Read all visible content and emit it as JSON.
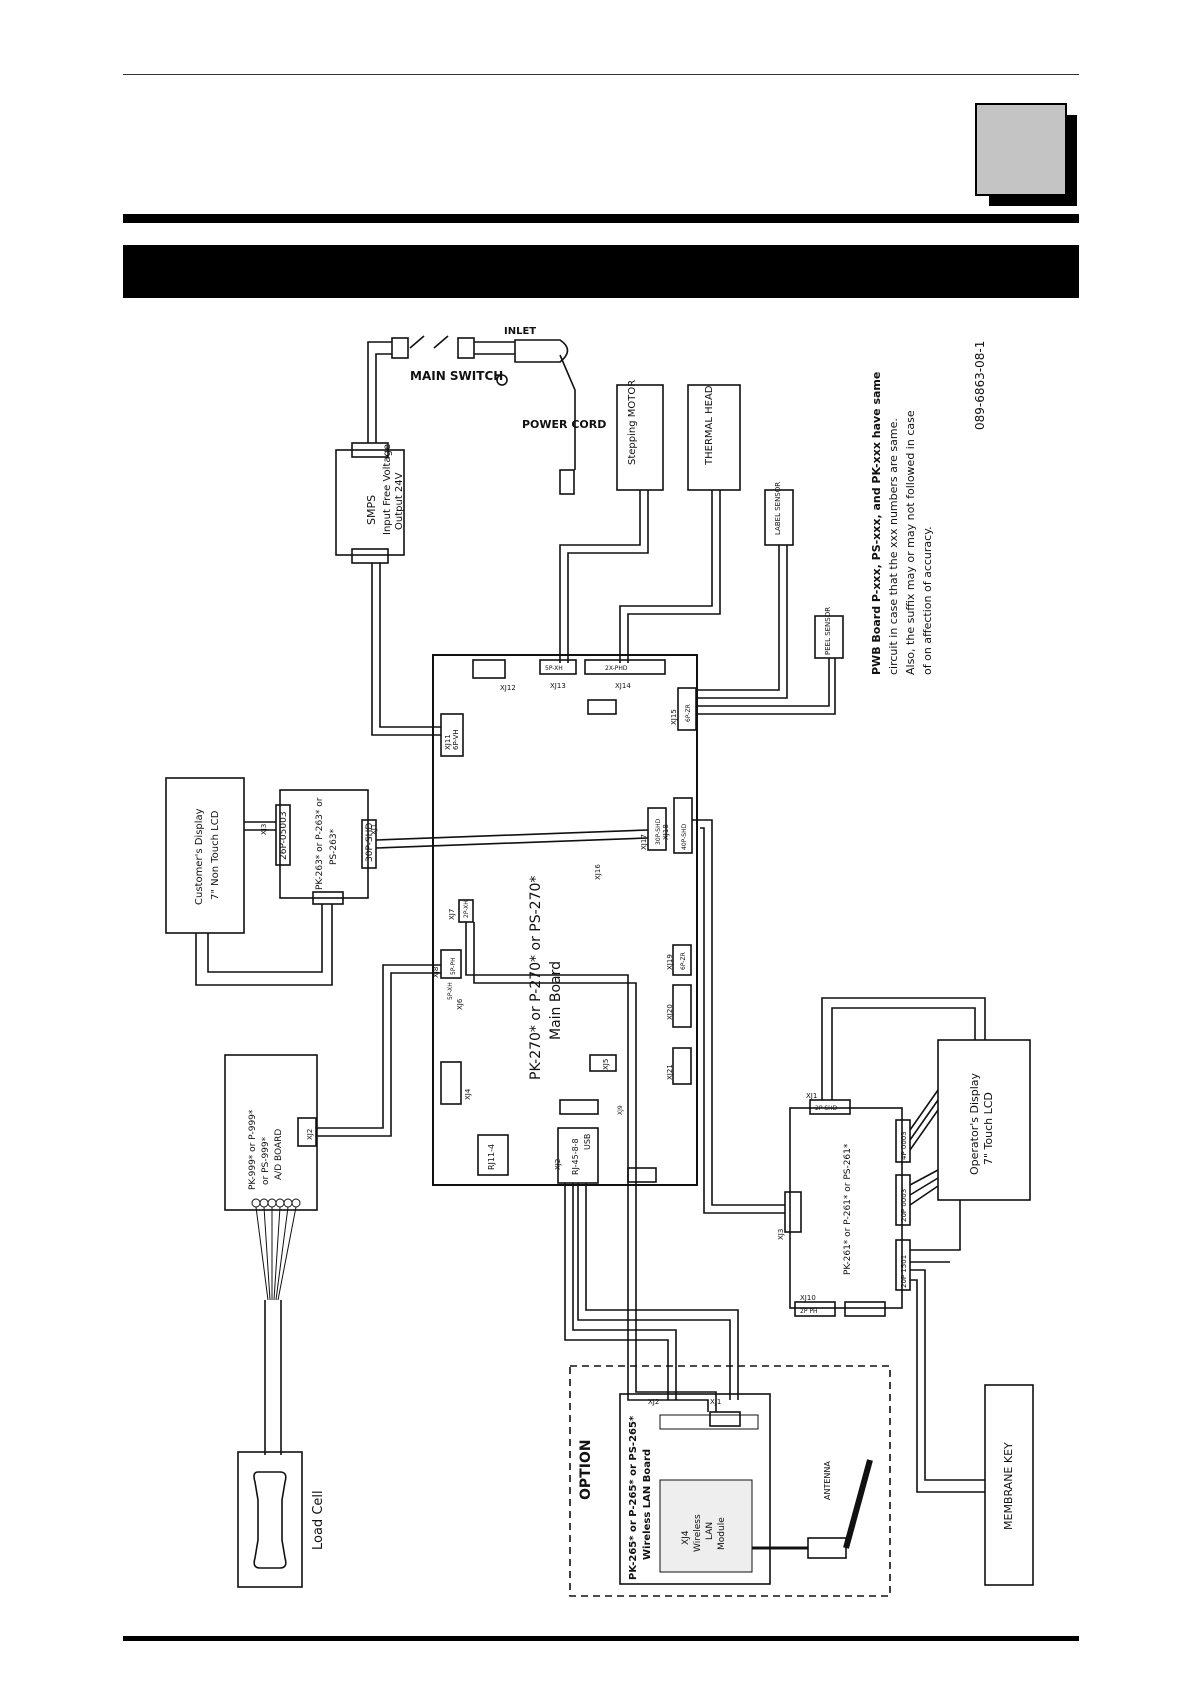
{
  "main_board": {
    "model": "PK-270* or P-270* or PS-270*",
    "name": "Main Board"
  },
  "connectors": {
    "xj11": "XJ11",
    "xj11_type": "6P-VH",
    "xj12": "XJ12",
    "xj13": "XJ13",
    "xj13_type": "5P-XH",
    "xj14": "XJ14",
    "xj14_type": "2X-PHD",
    "xj15": "XJ15",
    "xj15_type": "6P-ZR",
    "xj16": "XJ16",
    "xj16_type": "40P-SHD",
    "xj17": "XJ17",
    "xj17_type": "30P-SHD",
    "xj18": "XJ18",
    "xj19": "XJ19",
    "xj19_type": "6P-ZR",
    "xj20": "XJ20",
    "xj21": "XJ21",
    "xj4": "XJ4",
    "xj5": "XJ5",
    "xj7": "XJ7",
    "xj7_type": "2P-XH",
    "xj6": "XJ6",
    "xj6_type": "5P-XH",
    "xj8": "XJ8",
    "xj8_type": "5P-PH",
    "xj1": "XJ1",
    "xj2": "XJ2",
    "xj3": "XJ3",
    "xj10": "XJ10",
    "xj10_type": "2P PH",
    "xj1_lcd": "XJ1",
    "xj1_lcd_type": "2P SHD",
    "rj11": "RJ11-4",
    "rj45": "RJ-45-8-8",
    "usb": "USB",
    "xj9": "XJ9"
  },
  "smps": {
    "name": "SMPS",
    "line2": "Input Free Voltage",
    "line3": "Output 24V"
  },
  "main_switch": "MAIN SWITCH",
  "inlet": "INLET",
  "power_cord": "POWER CORD",
  "stepping_motor": "Stepping MOTOR",
  "thermal_head": "THERMAL HEAD",
  "label_sensor": "LABEL SENSOR",
  "peel_sensor": "PEEL SENSOR",
  "customer_display": {
    "line1": "Customer's Display",
    "line2": "7\" Non Touch LCD"
  },
  "customer_board": {
    "line1": "PK-263* or P-263* or",
    "line2": "PS-263*",
    "conn_a": "26P-05003",
    "conn_b": "30P-SHD"
  },
  "ad_board": {
    "line1": "PK-999* or P-999*",
    "line2": "or PS-999*",
    "line3": "A/D BOARD"
  },
  "load_cell": "Load Cell",
  "operator_display": {
    "line1": "Operator's Display",
    "line2": "7\" Touch LCD"
  },
  "operator_board": {
    "label": "PK-261* or P-261* or PS-261*",
    "conn_a": "20P 0003",
    "conn_b": "20P 1501",
    "conn_c": "4P 0003"
  },
  "membrane_key": "MEMBRANE KEY",
  "option": {
    "title": "OPTION",
    "board_line1": "PK-265* or P-265* or PS-265*",
    "board_line2": "Wireless LAN Board",
    "module_line1": "XJ4",
    "module_line2": "Wireless",
    "module_line3": "LAN",
    "module_line4": "Module",
    "antenna": "ANTENNA"
  },
  "note": {
    "line1": "PWB Board P-xxx, PS-xxx, and PK-xxx have same",
    "line2": "circuit in case that the xxx numbers are same.",
    "line3": "Also, the suffix may or may not followed in case",
    "line4": "of on affection of accuracy."
  },
  "doc_number": "089-6863-08-1"
}
